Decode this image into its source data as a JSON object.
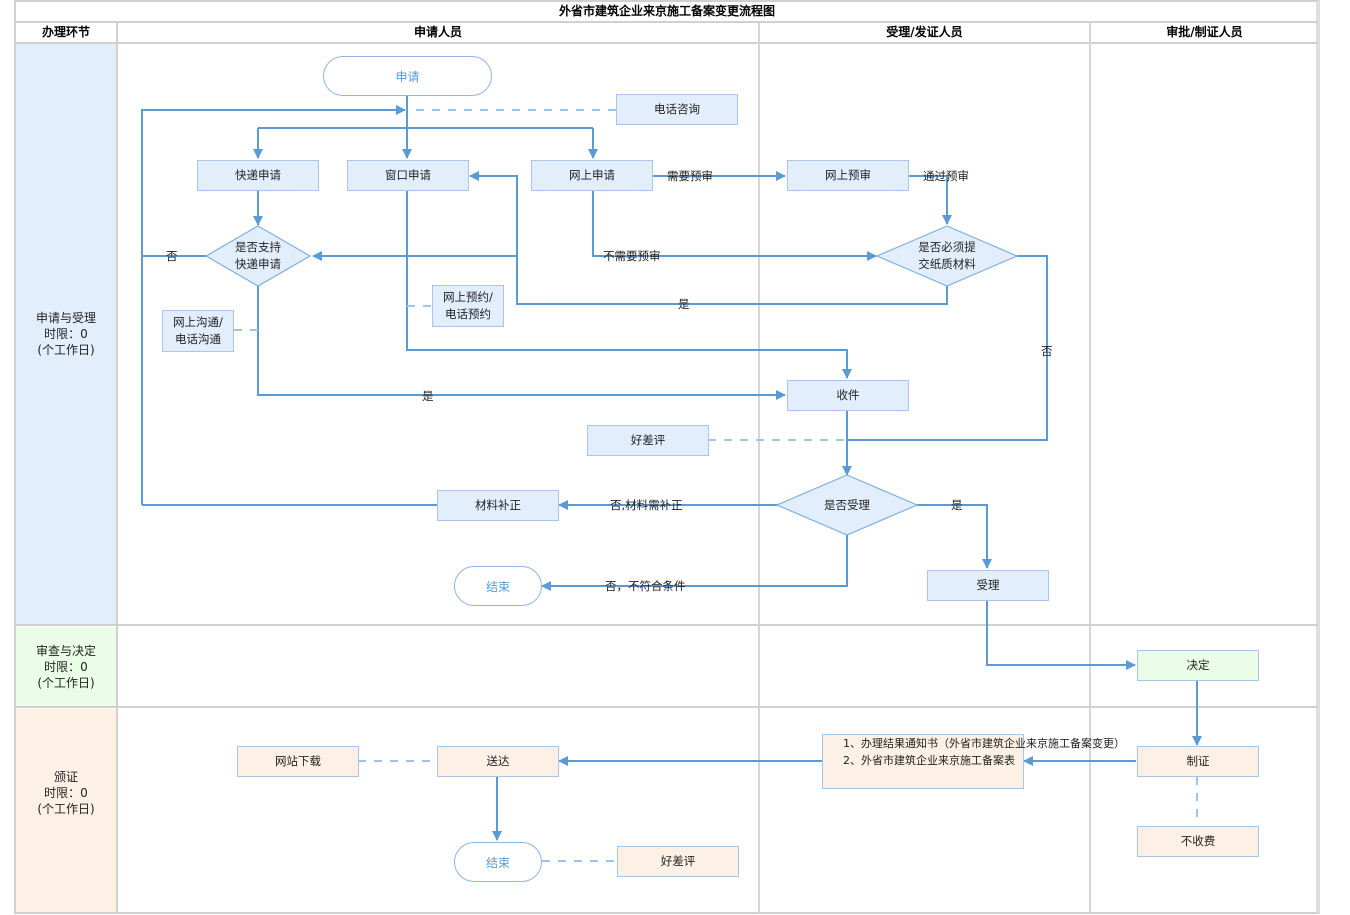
{
  "title": "外省市建筑企业来京施工备案变更流程图",
  "headers": {
    "stage": "办理环节",
    "applicant": "申请人员",
    "acceptor": "受理/发证人员",
    "approver": "审批/制证人员"
  },
  "stages": [
    {
      "name": "申请与受理",
      "limit": "时限：0",
      "unit": "(个工作日)",
      "color": "#e3eefc"
    },
    {
      "name": "审查与决定",
      "limit": "时限：0",
      "unit": "(个工作日)",
      "color": "#eafde7"
    },
    {
      "name": "颁证",
      "limit": "时限：0",
      "unit": "(个工作日)",
      "color": "#fdf1e6"
    }
  ],
  "nodes": {
    "start": "申请",
    "phone_consult": "电话咨询",
    "express_apply": "快递申请",
    "window_apply": "窗口申请",
    "online_apply": "网上申请",
    "online_precheck": "网上预审",
    "express_supported_l1": "是否支持",
    "express_supported_l2": "快递申请",
    "paper_required_l1": "是否必须提",
    "paper_required_l2": "交纸质材料",
    "online_booking_l1": "网上预约/",
    "online_booking_l2": "电话预约",
    "online_comm_l1": "网上沟通/",
    "online_comm_l2": "电话沟通",
    "receive": "收件",
    "rating1": "好差评",
    "accept_decision": "是否受理",
    "supplement": "材料补正",
    "end1": "结束",
    "accept": "受理",
    "decide": "决定",
    "make_cert": "制证",
    "no_fee": "不收费",
    "results_l1": "1、办理结果通知书（外省市建筑企业来京施工备案变更）",
    "results_l2": "2、外省市建筑企业来京施工备案表",
    "deliver": "送达",
    "web_download": "网站下载",
    "end2": "结束",
    "rating2": "好差评"
  },
  "edge_labels": {
    "need_precheck": "需要预审",
    "pass_precheck": "通过预审",
    "no_precheck": "不需要预审",
    "no_left": "否",
    "yes_paper": "是",
    "no_paper": "否",
    "yes_express": "是",
    "no_supplement": "否,材料需补正",
    "yes_accept": "是",
    "no_reject": "否，不符合条件"
  },
  "colors": {
    "line": "#5b9bd5",
    "dashed": "#9fc3ea",
    "grid": "#d0d0d0",
    "node_border": "#a9c6e8"
  }
}
